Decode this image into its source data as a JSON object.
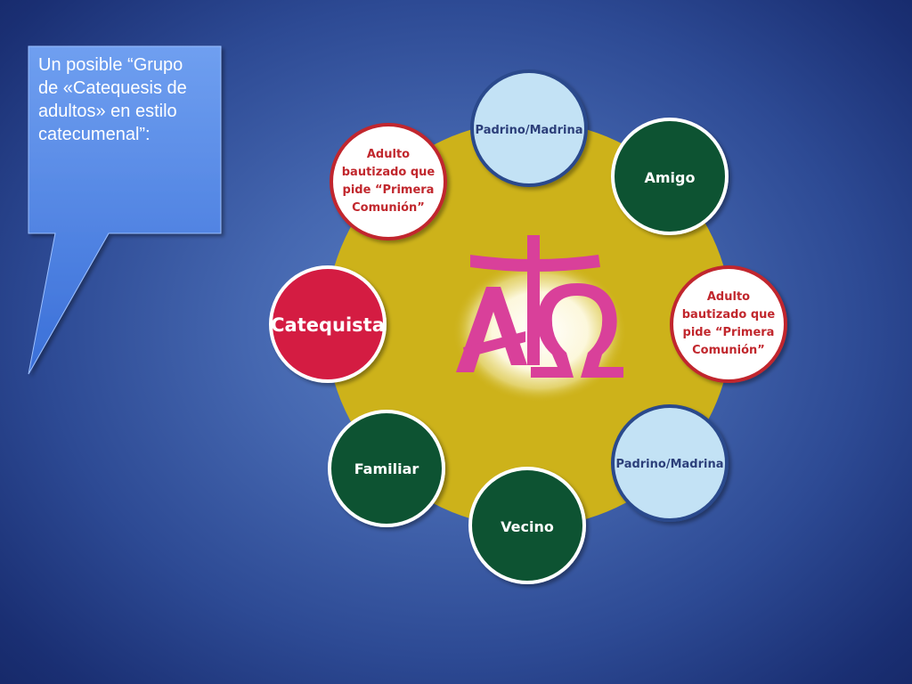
{
  "callout": {
    "lines": [
      "Un posible “Grupo",
      "de «Catequesis de",
      "adultos» en estilo",
      "catecumenal”:"
    ]
  },
  "diagram": {
    "center_symbol": {
      "text": "A†Ω",
      "color": "#d9409a"
    },
    "colors": {
      "ring": "#cdb21a",
      "dark_green": "#0f5230",
      "light_blue": "#c3e2f5",
      "red": "#d41a43",
      "white_node": "#ffffff",
      "node_border_red": "#c1272d",
      "node_border_blue": "#2c4a8c",
      "text_dark_blue": "#2c3f7a",
      "text_red": "#c1272d",
      "background": "#3d5fa8"
    },
    "nodes": [
      {
        "id": "padrino-top",
        "lines": [
          "Padrino/Madrina"
        ]
      },
      {
        "id": "amigo",
        "lines": [
          "Amigo"
        ]
      },
      {
        "id": "adulto-right",
        "lines": [
          "Adulto",
          "bautizado que",
          "pide “Primera",
          "Comunión”"
        ]
      },
      {
        "id": "padrino-bottom",
        "lines": [
          "Padrino/Madrina"
        ]
      },
      {
        "id": "vecino",
        "lines": [
          "Vecino"
        ]
      },
      {
        "id": "familiar",
        "lines": [
          "Familiar"
        ]
      },
      {
        "id": "catequista",
        "lines": [
          "Catequista"
        ]
      },
      {
        "id": "adulto-left",
        "lines": [
          "Adulto",
          "bautizado que",
          "pide “Primera",
          "Comunión”"
        ]
      }
    ]
  }
}
